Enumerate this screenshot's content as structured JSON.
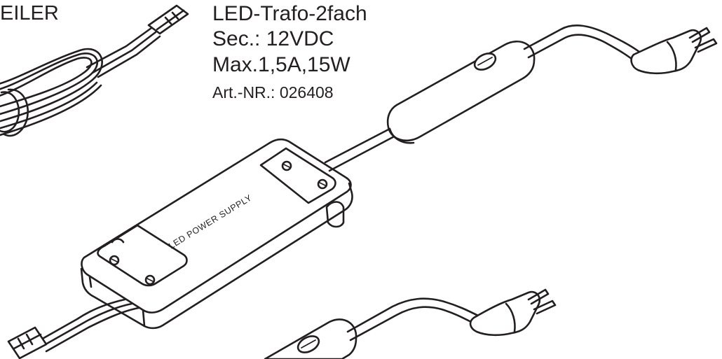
{
  "labels": {
    "partial": "EILER",
    "title": "LED-Trafo-2fach",
    "secondary": "Sec.: 12VDC",
    "max": "Max.1,5A,15W",
    "article": "Art.-NR.: 026408"
  },
  "device": {
    "print": "LED POWER SUPPLY"
  },
  "colors": {
    "ink": "#231f20",
    "background": "#ffffff"
  }
}
